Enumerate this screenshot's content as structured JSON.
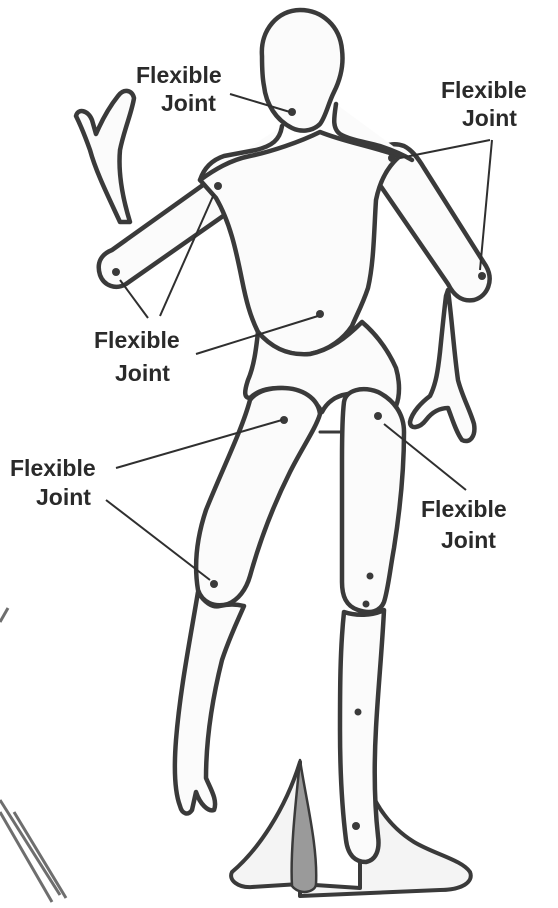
{
  "diagram": {
    "labels": [
      {
        "line1": "Flexible",
        "line2": "Joint"
      },
      {
        "line1": "Flexible",
        "line2": "Joint"
      },
      {
        "line1": "Flexible",
        "line2": "Joint"
      },
      {
        "line1": "Flexible",
        "line2": "Joint"
      },
      {
        "line1": "Flexible",
        "line2": "Joint"
      }
    ]
  }
}
